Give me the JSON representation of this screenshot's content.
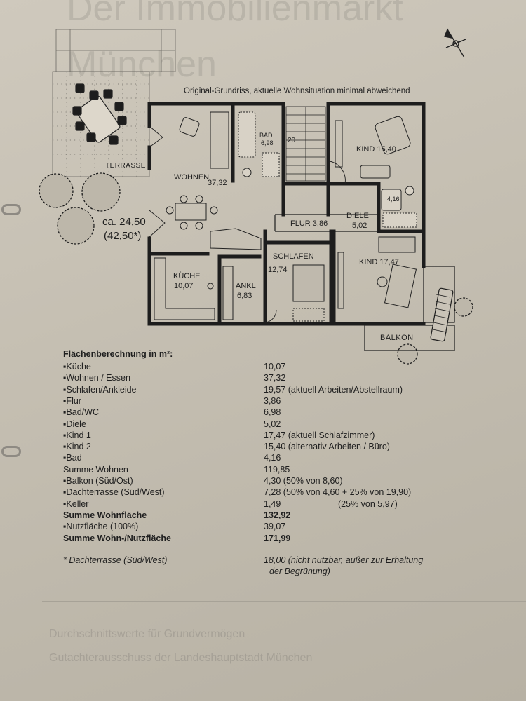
{
  "caption": "Original-Grundriss, aktuelle Wohnsituation minimal abweichend",
  "terrace_area": {
    "line1": "ca. 24,50",
    "line2": "(42,50*)"
  },
  "rooms": {
    "terrasse": "TERRASSE",
    "wohnen": "WOHNEN",
    "wohnen_area": "37,32",
    "kueche": "KÜCHE",
    "kueche_area": "10,07",
    "ankl": "ANKL",
    "ankl_area": "6,83",
    "schlafen": "SCHLAFEN",
    "schlafen_area": "12,74",
    "flur": "FLUR 3,86",
    "diele": "DIELE",
    "diele_area": "5,02",
    "kind_top": "KIND 15,40",
    "kind_bottom": "KIND 17,47",
    "bad_top": "BAD",
    "bad_top_area": "6,98",
    "bad_small": "4,16",
    "stairs": "20",
    "balkon": "BALKON"
  },
  "table": {
    "heading": "Flächenberechnung in m²:",
    "rows": [
      {
        "label": "▪Küche",
        "value": "10,07",
        "note": ""
      },
      {
        "label": "▪Wohnen / Essen",
        "value": "37,32",
        "note": ""
      },
      {
        "label": "▪Schlafen/Ankleide",
        "value": "19,57 (aktuell Arbeiten/Abstellraum)",
        "note": ""
      },
      {
        "label": "▪Flur",
        "value": "3,86",
        "note": ""
      },
      {
        "label": "▪Bad/WC",
        "value": "6,98",
        "note": ""
      },
      {
        "label": "▪Diele",
        "value": "5,02",
        "note": ""
      },
      {
        "label": "▪Kind 1",
        "value": "17,47 (aktuell Schlafzimmer)",
        "note": ""
      },
      {
        "label": "▪Kind 2",
        "value": "15,40 (alternativ Arbeiten / Büro)",
        "note": ""
      },
      {
        "label": "▪Bad",
        "value": "4,16",
        "note": ""
      },
      {
        "label": "Summe Wohnen",
        "value": "119,85",
        "note": ""
      },
      {
        "label": "▪Balkon (Süd/Ost)",
        "value": "4,30 (50% von 8,60)",
        "note": ""
      },
      {
        "label": "▪Dachterrasse (Süd/West)",
        "value": "7,28 (50% von 4,60 + 25% von 19,90)",
        "note": ""
      },
      {
        "label": "▪Keller",
        "value": "1,49",
        "note": "(25% von 5,97)"
      },
      {
        "label": "Summe Wohnfläche",
        "value": "132,92",
        "note": ""
      },
      {
        "label": "▪Nutzfläche (100%)",
        "value": "39,07",
        "note": ""
      },
      {
        "label": "Summe Wohn-/Nutzfläche",
        "value": "171,99",
        "note": ""
      }
    ],
    "bold_rows": [
      "Summe Wohnfläche",
      "Summe Wohn-/Nutzfläche"
    ],
    "footnote_label": "* Dachterrasse (Süd/West)",
    "footnote_value_line1": "18,00 (nicht nutzbar, außer zur Erhaltung",
    "footnote_value_line2": "der Begrünung)"
  },
  "background_ghost": {
    "line1": "Der Immobilienmarkt",
    "line2": "München",
    "bottom1": "Durchschnittswerte für Grundvermögen",
    "bottom2": "Gutachterausschuss der Landeshauptstadt München"
  },
  "colors": {
    "wall": "#1d1d1d",
    "paper": "#cfc9bd",
    "ink": "#1f1f1f"
  }
}
